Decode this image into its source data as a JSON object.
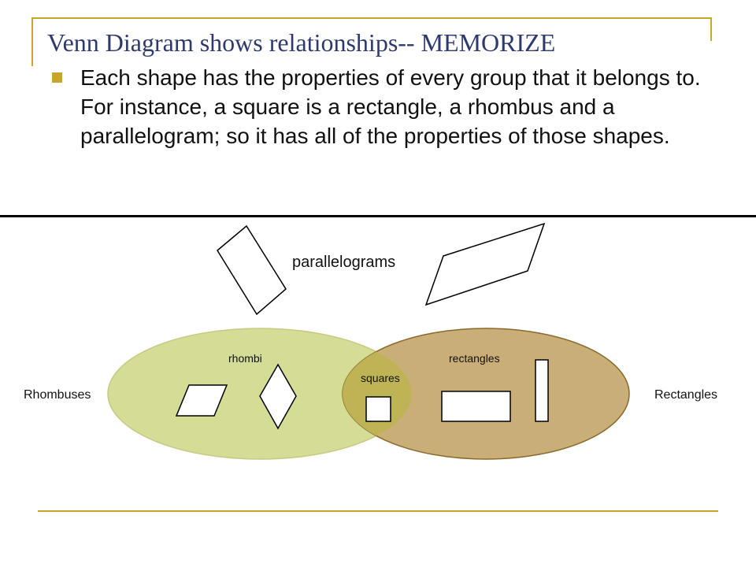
{
  "slide": {
    "title": "Venn Diagram shows relationships-- MEMORIZE",
    "bullet": "Each shape has the properties of every group that it belongs to.  For instance, a square is a rectangle, a rhombus and a parallelogram;  so it has all of the properties of those shapes."
  },
  "diagram": {
    "parallelograms_label": "parallelograms",
    "rhombi_label": "rhombi",
    "rectangles_label": "rectangles",
    "squares_label": "squares",
    "rhombuses_label": "Rhombuses",
    "rectangles_side_label": "Rectangles"
  },
  "colors": {
    "accent": "#c8a62a",
    "title": "#2e3a6e",
    "rhombus_set_fill": "#d4dc96",
    "rectangle_set_fill": "#c9ae78",
    "intersection_fill": "#bfb455"
  }
}
